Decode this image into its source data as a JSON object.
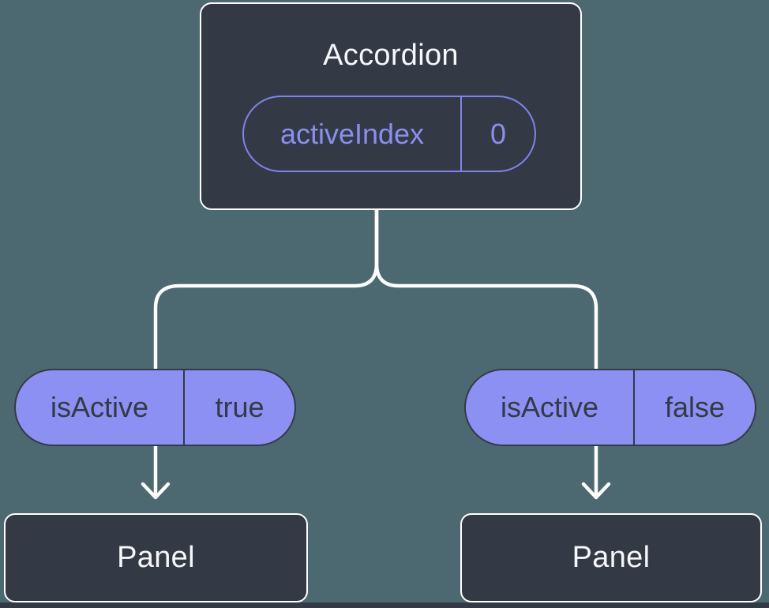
{
  "colors": {
    "background": "#4c6972",
    "node_fill": "#333a45",
    "node_border": "#ffffff",
    "connector": "#ffffff",
    "pill_fill": "#8c90f2",
    "pill_outline": "#7d85ea",
    "pill_text_on_dark": "#8a8fee",
    "pill_text_on_purple": "#333a45",
    "title_text": "#f6f7f9"
  },
  "root_node": {
    "title": "Accordion",
    "prop": {
      "name": "activeIndex",
      "value": "0"
    }
  },
  "branches": {
    "left": {
      "prop": {
        "name": "isActive",
        "value": "true"
      },
      "child": {
        "label": "Panel"
      }
    },
    "right": {
      "prop": {
        "name": "isActive",
        "value": "false"
      },
      "child": {
        "label": "Panel"
      }
    }
  }
}
